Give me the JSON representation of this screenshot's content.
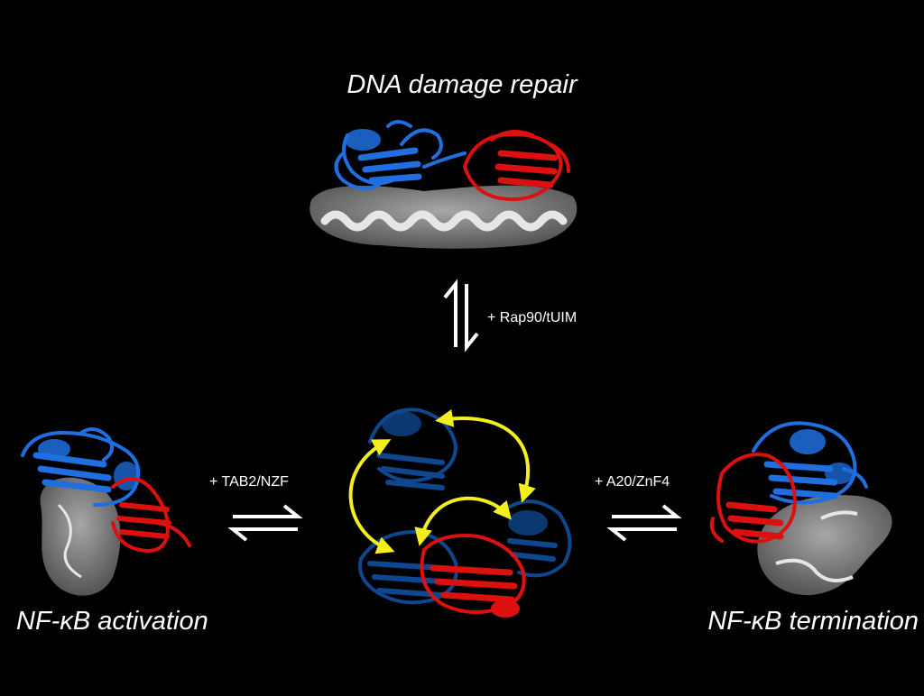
{
  "labels": {
    "top_title": "DNA damage repair",
    "top_reagent": "+ Rap90/tUIM",
    "left_reagent": "+ TAB2/NZF",
    "right_reagent": "+ A20/ZnF4",
    "left_title_prefix": "NF-",
    "left_title_kappa": "κ",
    "left_title_suffix": "B activation",
    "right_title_prefix": "NF-",
    "right_title_kappa": "κ",
    "right_title_suffix": "B termination"
  },
  "colors": {
    "background": "#000000",
    "domain_blue": "#1f6fe0",
    "domain_blue_dark": "#114f9e",
    "domain_red": "#dd1010",
    "surface_gray": "#8a8a8a",
    "helix_white": "#e6e6e6",
    "exchange_arrow": "#f4ee1c",
    "equilibrium_arrow": "#ffffff"
  }
}
